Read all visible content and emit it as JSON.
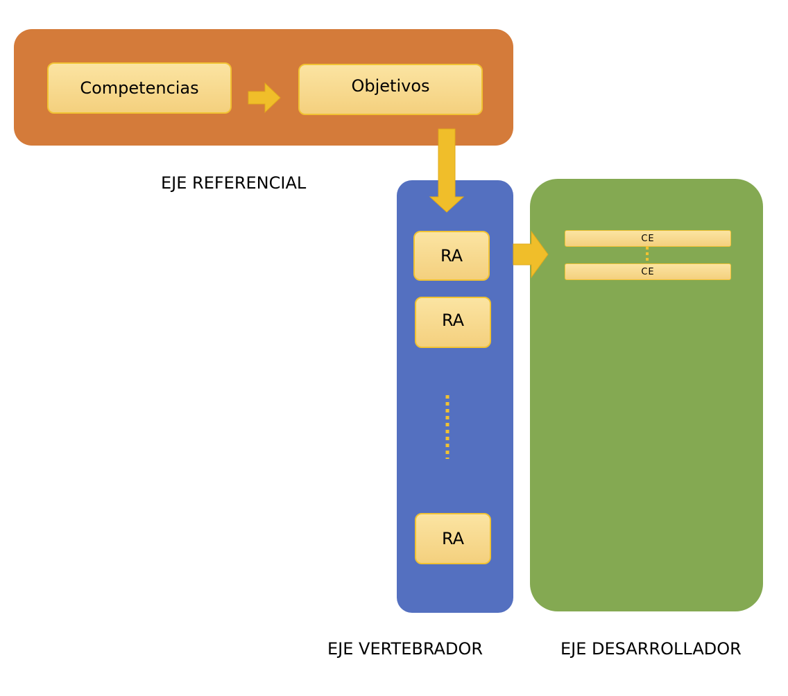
{
  "colors": {
    "referencial": "#d47b3a",
    "vertebrador": "#5470c0",
    "desarrollador": "#84a952",
    "node_border": "#f1c232",
    "arrow": "#f0be2a",
    "dots": "#f1c232"
  },
  "referencial": {
    "label": "EJE REFERENCIAL",
    "nodes": {
      "competencias": "Competencias",
      "objetivos": "Objetivos"
    }
  },
  "vertebrador": {
    "label": "EJE VERTEBRADOR",
    "nodes": [
      "RA",
      "RA",
      "RA"
    ]
  },
  "desarrollador": {
    "label": "EJE DESARROLLADOR",
    "nodes": [
      "CE",
      "CE"
    ]
  }
}
